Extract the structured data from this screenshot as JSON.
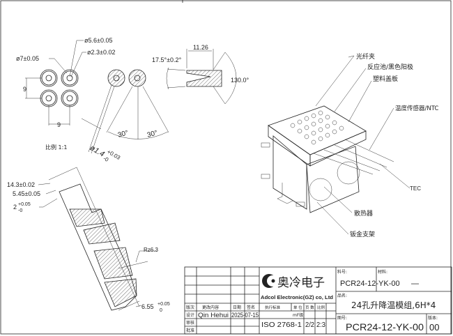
{
  "detail_views": {
    "hole_pattern": {
      "dia_outer": "ø7±0.05",
      "dia_mid": "ø5.6±0.05",
      "dia_inner": "ø2.3±0.02",
      "pitch_v": "9",
      "pitch_h": "9",
      "scale_note": "比例 1:1"
    },
    "section_angles": {
      "angle_left": "30°",
      "angle_right": "30°",
      "hole_dia": "ø1.4",
      "hole_tol_upper": "+0.03",
      "hole_tol_lower": "-0"
    },
    "cone_section": {
      "half_angle": "17.5°±0.2°",
      "depth": "11.26",
      "cone_angle": "130.0°"
    },
    "side_section": {
      "dim_total": "14.3±0.02",
      "dim_step": "5.45±0.05",
      "dim_lip": "2",
      "dim_lip_tol_upper": "+0.05",
      "dim_lip_tol_lower": "-0",
      "roughness": "Rz6.3",
      "dim_bottom": "6.55",
      "dim_bottom_tol_upper": "+0.05",
      "dim_bottom_tol_lower": "0"
    }
  },
  "assembly_callouts": [
    "光纤夹",
    "反应池/黑色阳极",
    "塑料盖板",
    "温度传感器/NTC",
    "TEC",
    "散热器",
    "钣金支架"
  ],
  "title_block": {
    "revision_headers": [
      "版次",
      "更改内容",
      "日期",
      "签名"
    ],
    "row_labels": [
      "设计",
      "审核",
      "批准"
    ],
    "designer": "Qin Hehui",
    "design_date": "2025-07-15",
    "company_cn": "奥冷电子",
    "company_en": "Adcol Electronic(GZ) co, Ltd",
    "spec_headers": [
      "执行标准",
      "单 位",
      "页 数",
      "比例"
    ],
    "standard": "ISO 2768-1",
    "unit": "mF级",
    "pages": "2/2",
    "scale": "2:3",
    "part_no_label": "料号:",
    "part_no": "PCR24-12-YK-00",
    "material_label": "材料:",
    "material": "—",
    "name_label": "品名:",
    "name": "24孔升降温模组,6H*4",
    "drawing_no_label": "图号:",
    "drawing_no": "PCR24-12-YK-00",
    "version_label": "版本:",
    "version": "00"
  },
  "colors": {
    "line": "#222222",
    "background": "#ffffff"
  }
}
